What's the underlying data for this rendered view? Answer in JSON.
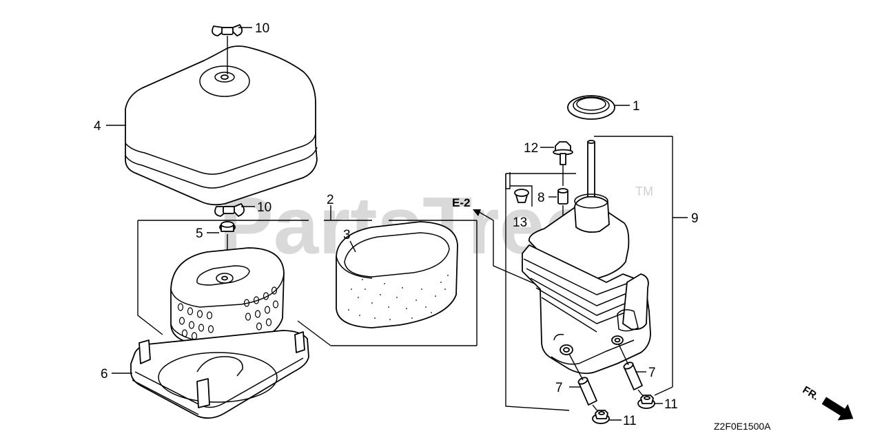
{
  "watermark": {
    "text": "PartsTree",
    "trademark": "TM"
  },
  "reference": {
    "label": "E-2"
  },
  "diagram_code": "Z2F0E1500A",
  "direction": {
    "label": "FR."
  },
  "callouts": {
    "c1": "1",
    "c2": "2",
    "c3": "3",
    "c4": "4",
    "c5": "5",
    "c6": "6",
    "c7a": "7",
    "c7b": "7",
    "c8": "8",
    "c9": "9",
    "c10a": "10",
    "c10b": "10",
    "c11a": "11",
    "c11b": "11",
    "c12": "12",
    "c13": "13"
  },
  "parts": [
    {
      "number": "1",
      "icon": "seal-ring-icon"
    },
    {
      "number": "2",
      "icon": "filter-element-set-icon"
    },
    {
      "number": "3",
      "icon": "foam-filter-icon"
    },
    {
      "number": "4",
      "icon": "air-cleaner-cover-icon"
    },
    {
      "number": "5",
      "icon": "grommet-icon"
    },
    {
      "number": "6",
      "icon": "filter-base-icon"
    },
    {
      "number": "7",
      "icon": "collar-icon"
    },
    {
      "number": "8",
      "icon": "collar-icon"
    },
    {
      "number": "9",
      "icon": "elbow-case-icon"
    },
    {
      "number": "10",
      "icon": "wing-nut-icon"
    },
    {
      "number": "11",
      "icon": "flange-nut-icon"
    },
    {
      "number": "12",
      "icon": "bolt-icon"
    },
    {
      "number": "13",
      "icon": "breather-plug-icon"
    }
  ]
}
